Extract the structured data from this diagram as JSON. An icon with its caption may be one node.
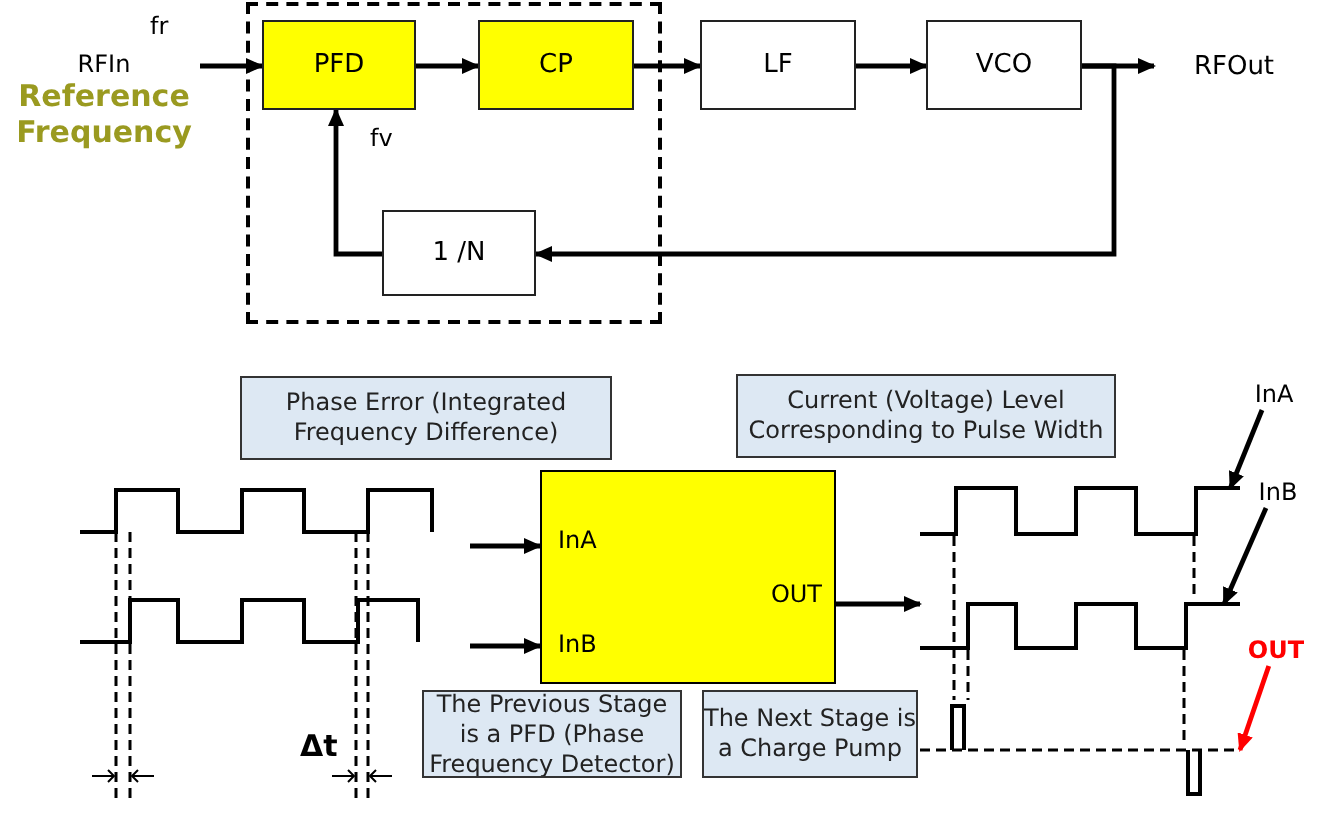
{
  "diagram": {
    "nodes": [
      {
        "text": [],
        "shape": "box"
      },
      {
        "text": [
          "RFIn",
          "Reference Frequency"
        ]
      },
      {
        "text": [
          "PFD"
        ],
        "in": 0
      },
      {
        "text": [
          "CP"
        ],
        "in": 0
      },
      {
        "text": [
          "LF"
        ]
      },
      {
        "text": [
          "VCO"
        ]
      },
      {
        "text": [
          "RFOut"
        ]
      },
      {
        "text": [
          "1 /N"
        ],
        "in": 0
      },
      {
        "text": [
          "Phase Error (Integrated Frequency Difference)"
        ]
      },
      {
        "text": [
          "Current (Voltage) Level Corresponding to Pulse Width"
        ]
      },
      {
        "text": [
          "InA",
          "InB",
          "OUT"
        ]
      },
      {
        "text": [
          "The Previous Stage is a PFD (Phase Frequency Detector)"
        ]
      },
      {
        "text": [
          "The Next Stage is a Charge Pump"
        ]
      },
      {
        "text": [
          "InA"
        ]
      },
      {
        "text": [
          "InB"
        ]
      },
      {
        "text": [
          "OUT"
        ]
      },
      {
        "text": [],
        "shape": "picture"
      },
      {
        "text": [],
        "shape": "picture"
      },
      {
        "text": [],
        "shape": "picture"
      }
    ],
    "edges": [
      {
        "from": 1,
        "to": 2,
        "arrow": "to",
        "label": "fr"
      },
      {
        "from": 2,
        "to": 3,
        "arrow": "to"
      },
      {
        "from": 3,
        "to": 4,
        "arrow": "to"
      },
      {
        "from": 4,
        "to": 5,
        "arrow": "to"
      },
      {
        "from": 5,
        "to": 6,
        "arrow": "to"
      },
      {
        "from": 5,
        "to": 7,
        "arrow": "to"
      },
      {
        "from": 7,
        "to": 2,
        "arrow": "to",
        "label": "fv"
      },
      {
        "from": null,
        "to": 10,
        "arrow": "to"
      },
      {
        "from": null,
        "to": 10,
        "arrow": "to"
      },
      {
        "from": 10,
        "to": 17,
        "arrow": "to"
      },
      {
        "from": 13,
        "to": 16,
        "arrow": "to"
      },
      {
        "from": 14,
        "to": 17,
        "arrow": "to"
      },
      {
        "from": 15,
        "to": 18,
        "arrow": "to",
        "color": "#ff0000"
      }
    ],
    "labels": [
      "Δt"
    ]
  }
}
